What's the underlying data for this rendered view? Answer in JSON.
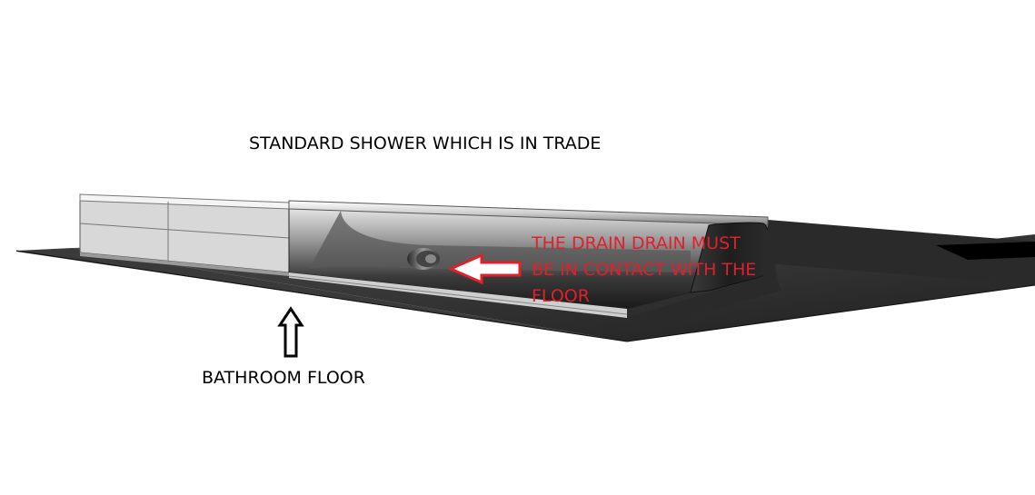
{
  "labels": {
    "title": "STANDARD SHOWER WHICH IS IN TRADE",
    "floor": "BATHROOM FLOOR",
    "drain_note_lines": [
      "THE DRAIN DRAIN MUST",
      "BE IN CONTACT WITH THE",
      "FLOOR"
    ]
  },
  "colors": {
    "note_text": "#e0202a",
    "label_text": "#000000",
    "floor_dark": "#2b2b2b",
    "tray_light": "#d4d4d4",
    "arrow_fill": "#ffffff",
    "arrow_outline_red": "#e0202a",
    "arrow_outline_black": "#000000"
  },
  "icons": {
    "drain_arrow": "left-arrow-icon",
    "floor_arrow": "up-arrow-icon"
  }
}
